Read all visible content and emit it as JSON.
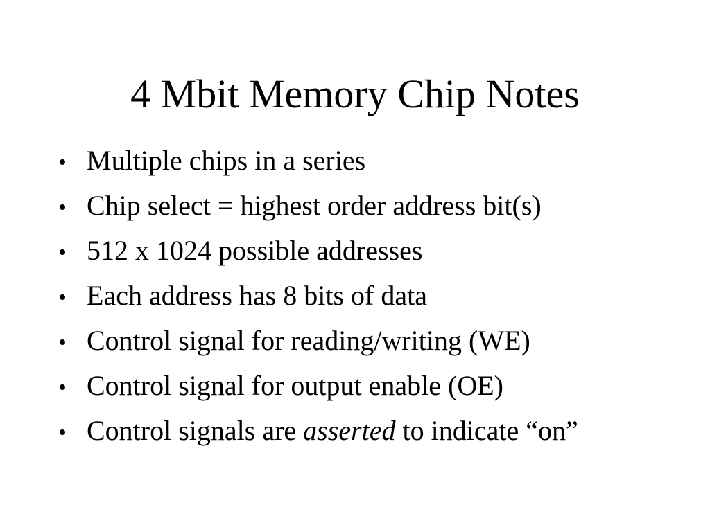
{
  "slide": {
    "title": "4 Mbit Memory Chip Notes",
    "bullet_glyph": "•",
    "bullets": [
      {
        "before": "Multiple chips in a series",
        "emph": "",
        "after": ""
      },
      {
        "before": "Chip select = highest order address bit(s)",
        "emph": "",
        "after": ""
      },
      {
        "before": "512 x 1024 possible addresses",
        "emph": "",
        "after": ""
      },
      {
        "before": "Each address has 8 bits of data",
        "emph": "",
        "after": ""
      },
      {
        "before": "Control signal for reading/writing (WE)",
        "emph": "",
        "after": ""
      },
      {
        "before": "Control signal for output enable (OE)",
        "emph": "",
        "after": ""
      },
      {
        "before": "Control signals are ",
        "emph": "asserted",
        "after": " to indicate “on”"
      }
    ]
  },
  "colors": {
    "background": "#ffffff",
    "text": "#000000"
  }
}
